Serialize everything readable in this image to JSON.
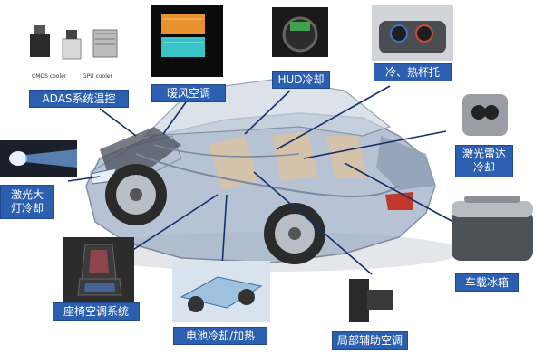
{
  "labels": {
    "adas": "ADAS系统温控",
    "heater": "暖风空调",
    "hud": "HUD冷却",
    "cupholder": "冷、热杯托",
    "lidar": "激光雷达\n冷却",
    "headlight": "激光大\n灯冷却",
    "seat": "座椅空调系统",
    "battery": "电池冷却/加热",
    "local_ac": "局部辅助空调",
    "fridge": "车载冰箱"
  },
  "captions": {
    "cmos": "CMOS cooler",
    "gpu": "GPU cooler"
  },
  "colors": {
    "label_bg": "#2d5fb0",
    "leader": "#15306a"
  }
}
